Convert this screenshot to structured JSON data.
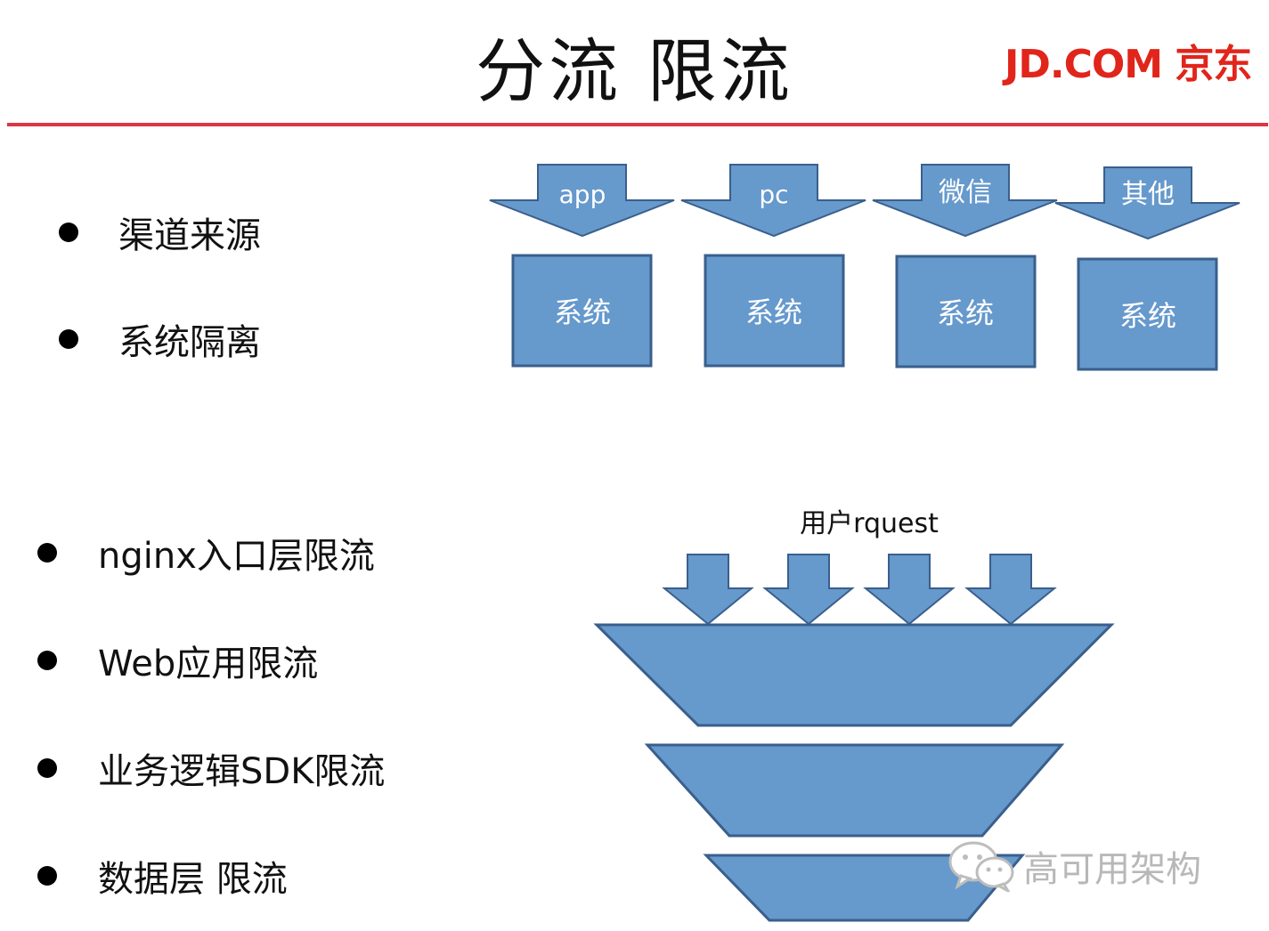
{
  "header": {
    "title": "分流  限流",
    "logo_text": "JD.COM 京东",
    "rule_color": "#dc3545"
  },
  "left_top_bullets": [
    {
      "label": "渠道来源"
    },
    {
      "label": "系统隔离"
    }
  ],
  "left_bottom_bullets": [
    {
      "label": "nginx入口层限流"
    },
    {
      "label": "Web应用限流"
    },
    {
      "label": "业务逻辑SDK限流"
    },
    {
      "label": "数据层 限流"
    }
  ],
  "channels_diagram": {
    "channels": [
      {
        "label": "app",
        "system": "系统"
      },
      {
        "label": "pc",
        "system": "系统"
      },
      {
        "label": "微信",
        "system": "系统"
      },
      {
        "label": "其他",
        "system": "系统"
      }
    ],
    "fill_color": "#6699cc",
    "stroke_color": "#3a5f8c"
  },
  "funnel_diagram": {
    "request_label": "用户rquest",
    "layers": 3
  },
  "watermark": {
    "text": "高可用架构",
    "icon": "wechat-icon"
  }
}
